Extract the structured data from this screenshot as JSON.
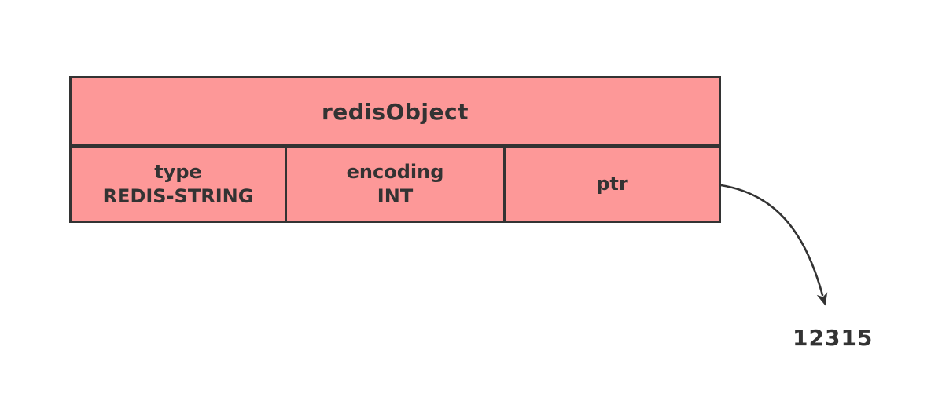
{
  "diagram": {
    "table": {
      "title": "redisObject",
      "cells": [
        {
          "name": "type",
          "value": "REDIS-STRING"
        },
        {
          "name": "encoding",
          "value": "INT"
        },
        {
          "name": "ptr"
        }
      ]
    },
    "pointer": {
      "value": "12315"
    },
    "colors": {
      "cell_fill": "#fd9898",
      "stroke": "#333333",
      "text": "#333333",
      "background": "#ffffff"
    }
  }
}
